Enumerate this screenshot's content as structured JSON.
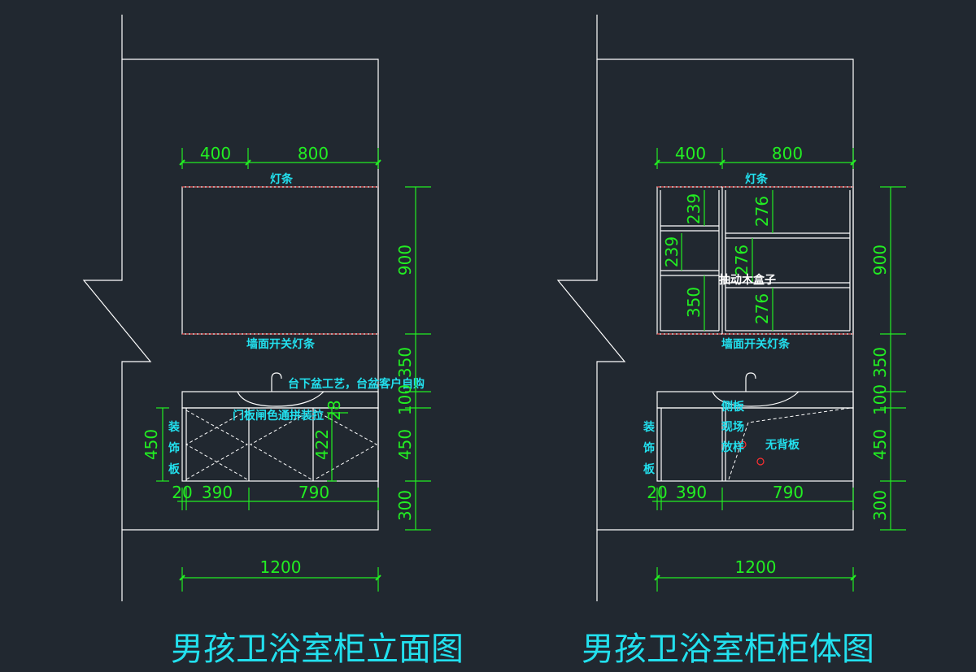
{
  "drawings": [
    {
      "title": "男孩卫浴室柜立面图",
      "labels": {
        "light_strip": "灯条",
        "wall_switch": "墙面开关灯条",
        "basin_note": "台下盆工艺，台盆客户自购",
        "handle_note": "门板闸色通拼装拉",
        "decor_panel": [
          "装",
          "饰",
          "板"
        ]
      },
      "dims": {
        "top_left": "400",
        "top_right": "800",
        "right_mirror": "900",
        "right_gap": "350",
        "right_counter": "100",
        "right_cab": "450",
        "right_leg": "300",
        "left_cab": "450",
        "inner_door": "422",
        "inner_small": "28",
        "bottom_a": "20",
        "bottom_b": "390",
        "bottom_c": "790",
        "total": "1200"
      }
    },
    {
      "title": "男孩卫浴室柜柜体图",
      "labels": {
        "light_strip": "灯条",
        "wall_switch": "墙面开关灯条",
        "drawer": "抽动木盒子",
        "side_note": [
          "侧板",
          "现场",
          "放样"
        ],
        "no_back": "无背板",
        "decor_panel": [
          "装",
          "饰",
          "板"
        ]
      },
      "dims": {
        "top_left": "400",
        "top_right": "800",
        "shelf_a": "239",
        "shelf_b": "239",
        "shelf_c": "350",
        "shelf_d": "276",
        "shelf_e": "276",
        "shelf_f": "276",
        "right_mirror": "900",
        "right_gap": "350",
        "right_counter": "100",
        "right_cab": "450",
        "right_leg": "300",
        "bottom_a": "20",
        "bottom_b": "390",
        "bottom_c": "790",
        "total": "1200"
      }
    }
  ],
  "colors": {
    "background": "#212830",
    "lines": "#ffffff",
    "dimensions": "#22ee22",
    "labels": "#22e0ee",
    "hidden_marks": "#ff3030"
  }
}
